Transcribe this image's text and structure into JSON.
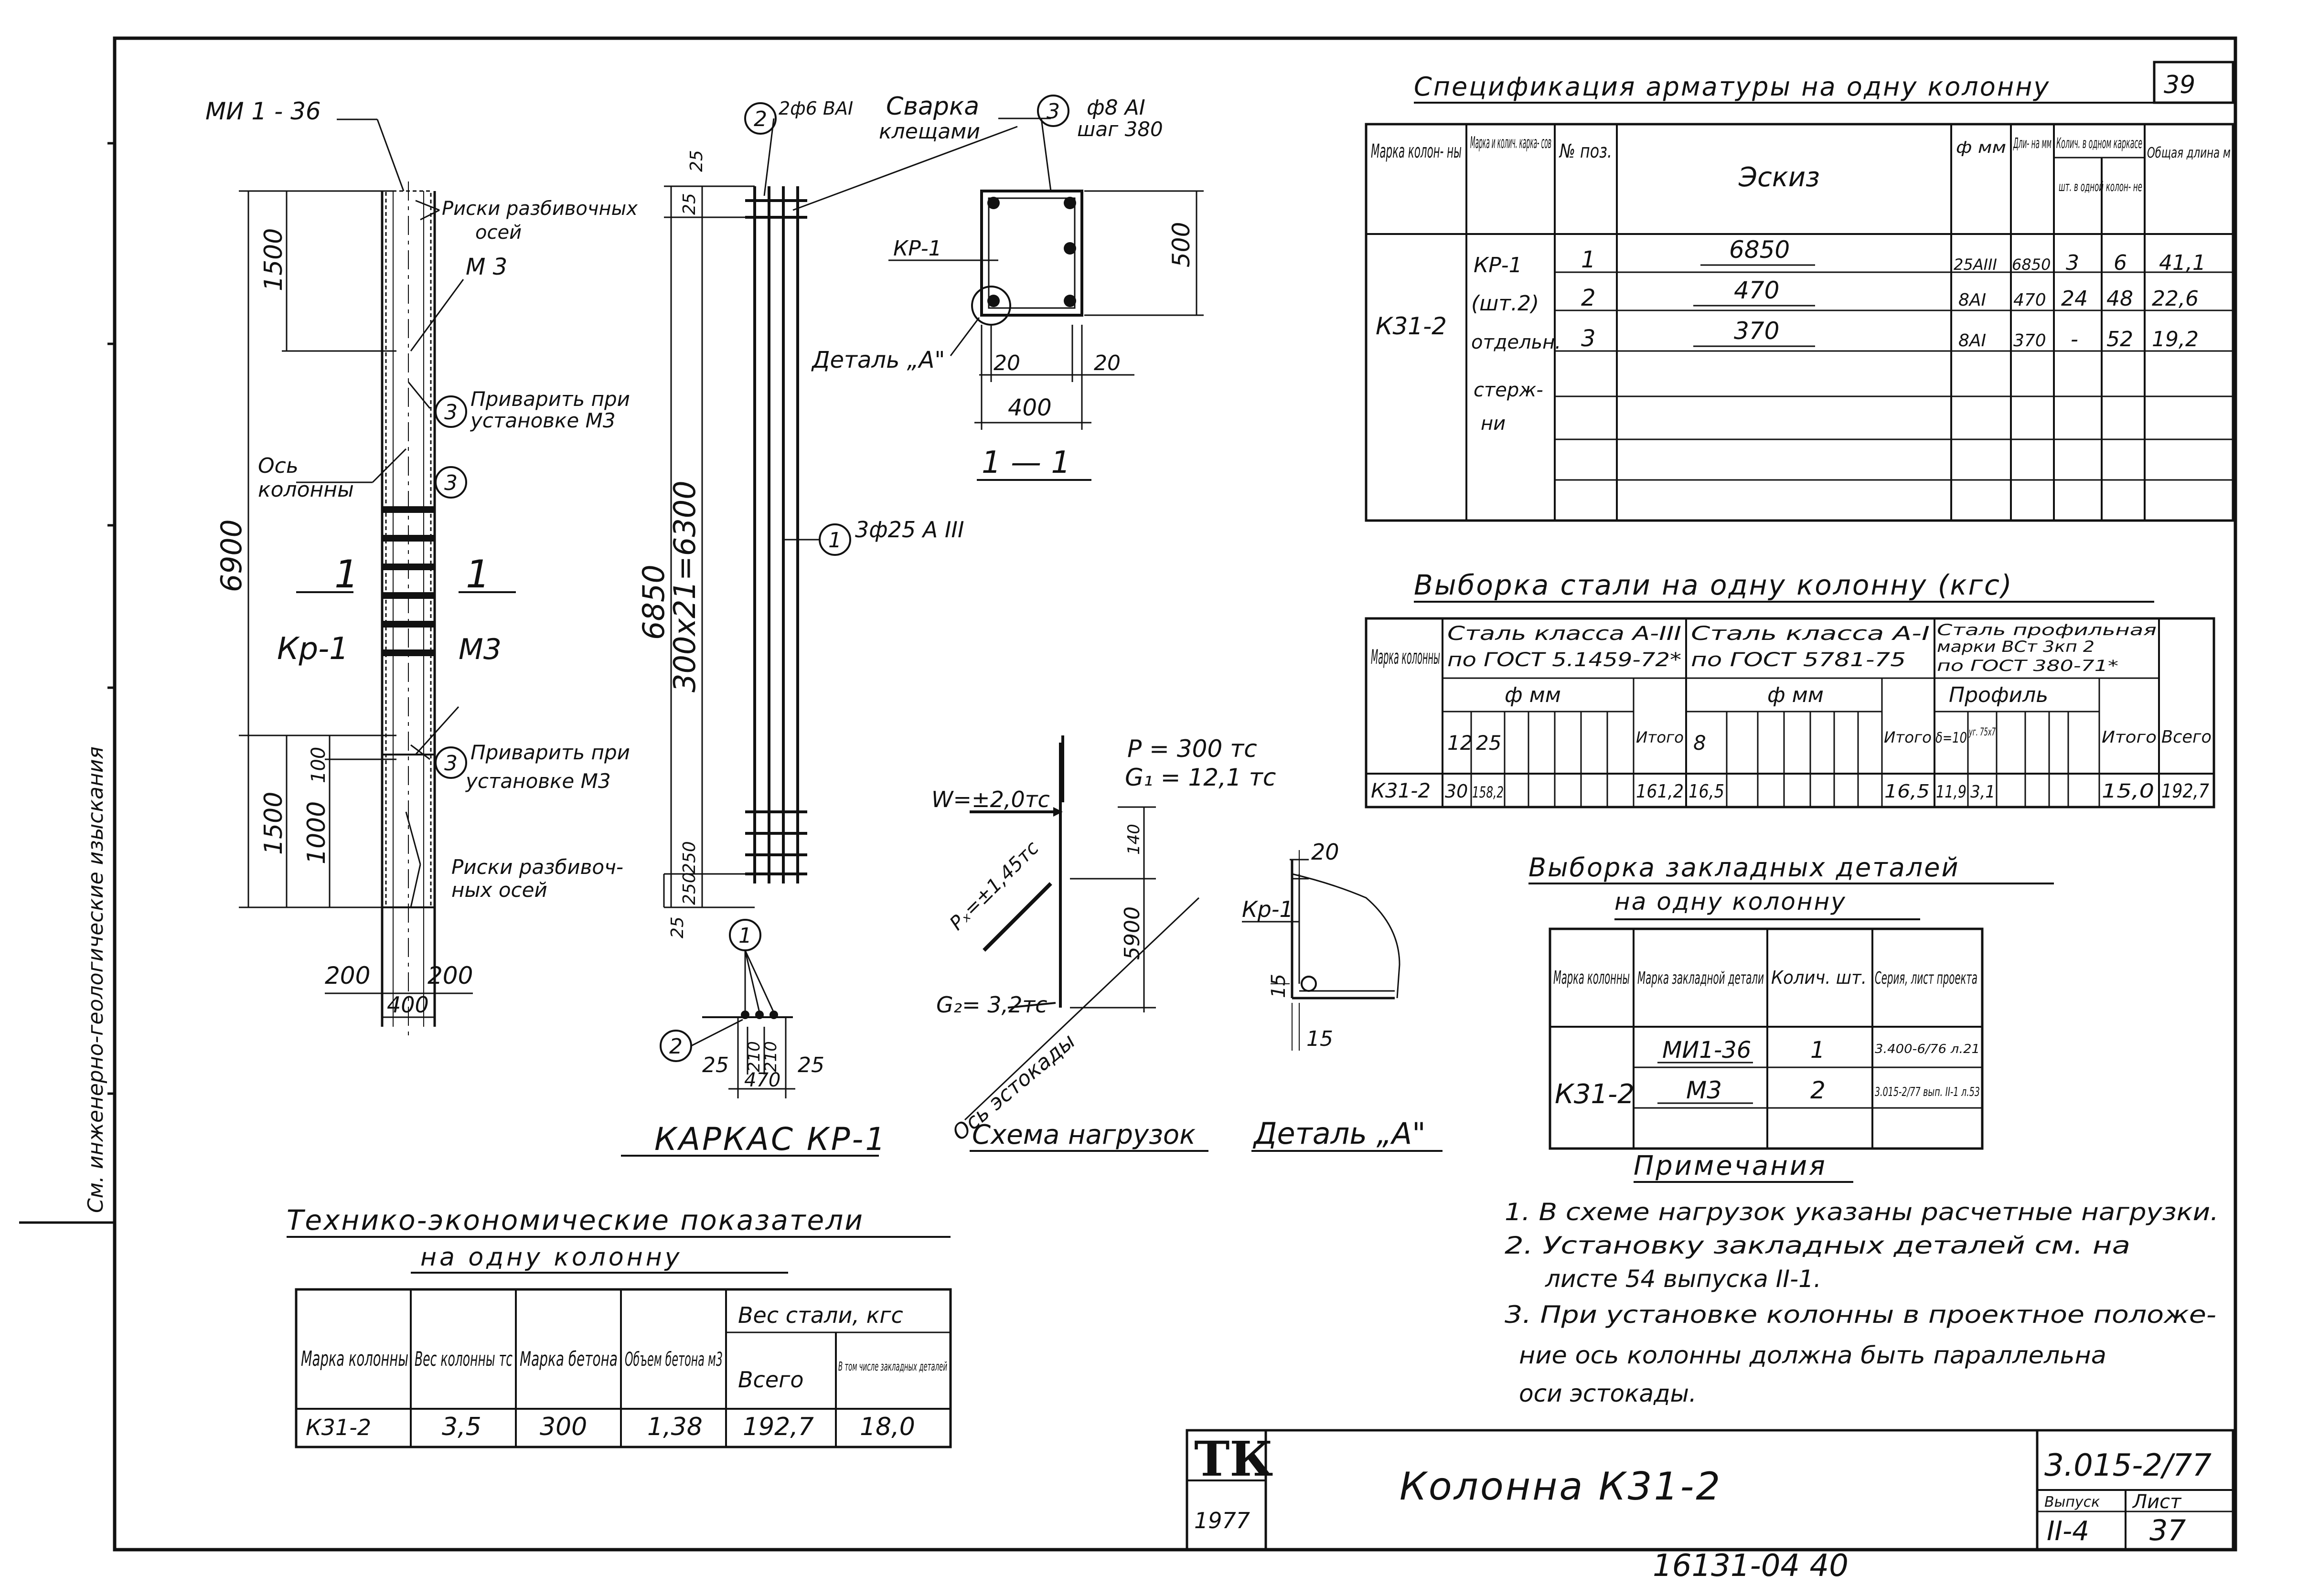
{
  "margin_note": "См. инженерно-геологические изыскания",
  "left_drawing": {
    "mark_top": "МИ 1 - 36",
    "risks_top": [
      "Риски разбивочных",
      "осей"
    ],
    "m3_top": "М 3",
    "weld_top": [
      "Приварить при",
      "установке М3"
    ],
    "axis_label": [
      "Ось",
      "колонны"
    ],
    "section_marks": [
      "1",
      "1"
    ],
    "kr_label": "Кр-1",
    "m3_bottom": "М3",
    "weld_bottom": [
      "Приварить при",
      "установке М3"
    ],
    "risks_bottom": [
      "Риски разбивоч-",
      "ных осей"
    ],
    "dims": {
      "d1500a": "1500",
      "d6900": "6900",
      "d1500b": "1500",
      "d1000": "1000",
      "d100": "100",
      "d200a": "200",
      "d200b": "200",
      "d400": "400"
    }
  },
  "frame": {
    "title": "КАРКАС КР-1",
    "pos2": "2ф6 ВАI",
    "weld_label": [
      "Сварка",
      "клещами"
    ],
    "pos1": "3ф25 А III",
    "dims": {
      "d6850": "6850",
      "d300x21": "300х21=6300",
      "d25a": "25",
      "d25b": "25",
      "d250a": "250",
      "d250b": "250",
      "d25c": "25",
      "d210a": "210",
      "d210b": "210",
      "d25d": "25",
      "d470": "470"
    }
  },
  "section": {
    "pos3": "ф8 АI",
    "pos3b": "шаг 380",
    "kr_label": "КР-1",
    "detail_label": "Деталь „А\"",
    "title": "1 — 1",
    "dims": {
      "d500": "500",
      "d20a": "20",
      "d20b": "20",
      "d400": "400"
    }
  },
  "loads": {
    "title": "Схема нагрузок",
    "P": "P = 300 тс",
    "G1": "G₁ = 12,1 тс",
    "W": "W=±2,0тс",
    "Px": "Pₓ=±1,45тс",
    "G2": "G₂= 3,2тс",
    "axis": "Ось эстокады",
    "d5900": "5900",
    "d140": "140"
  },
  "detail_a": {
    "title": "Деталь „А\"",
    "kr": "Кр-1",
    "d20": "20",
    "d15a": "15",
    "d15b": "15"
  },
  "spec": {
    "title": "Спецификация арматуры на одну колонну",
    "headers": [
      "Марка колон- ны",
      "Марка и колич. карка- сов",
      "№ поз.",
      "Эскиз",
      "ф мм",
      "Дли- на мм",
      "Колич. в одном каркасе",
      "шт. в одной колон- не",
      "Общая длина м"
    ],
    "col_mark": "К31-2",
    "kark": [
      "КР-1",
      "(шт.2)",
      "отдельн.",
      "стерж-",
      "ни"
    ],
    "rows": [
      {
        "pos": "1",
        "sketch": "6850",
        "dia": "25AIII",
        "len": "6850",
        "q1": "3",
        "q2": "6",
        "total": "41,1"
      },
      {
        "pos": "2",
        "sketch": "470",
        "dia": "8AI",
        "len": "470",
        "q1": "24",
        "q2": "48",
        "total": "22,6"
      },
      {
        "pos": "3",
        "sketch": "370",
        "dia": "8AI",
        "len": "370",
        "q1": "-",
        "q2": "52",
        "total": "19,2"
      }
    ]
  },
  "sheet_small": "39",
  "steel": {
    "title": "Выборка стали на одну колонну (кгс)",
    "h_mark": "Марка колонны",
    "h_a3": [
      "Сталь класса А-III",
      "по ГОСТ 5.1459-72*"
    ],
    "h_a1": [
      "Сталь класса А-I",
      "по ГОСТ 5781-75"
    ],
    "h_prof": [
      "Сталь профильная",
      "марки ВСт 3кп 2",
      "по ГОСТ 380-71*"
    ],
    "h_fmm1": "ф мм",
    "h_fmm2": "ф мм",
    "h_profil": "Профиль",
    "h_12": "12",
    "h_25": "25",
    "h_itogo1": "Итого",
    "h_8": "8",
    "h_itogo2": "Итого",
    "h_d10": "δ=10",
    "h_ugol": "уг. 75х7",
    "h_itogo3": "Итого",
    "h_vsego": "Всего",
    "row": {
      "mark": "К31-2",
      "v12": "30",
      "v25": "158,2",
      "it1": "161,2",
      "v8": "16,5",
      "it2": "16,5",
      "d10": "11,9",
      "ug": "3,1",
      "it3": "15,0",
      "all": "192,7"
    }
  },
  "embed": {
    "title": "Выборка закладных деталей",
    "subtitle": "на одну колонну",
    "headers": [
      "Марка колонны",
      "Марка закладной детали",
      "Колич. шт.",
      "Серия, лист проекта"
    ],
    "mark": "К31-2",
    "rows": [
      {
        "det": "МИ1-36",
        "qty": "1",
        "ser": "3.400-6/76 л.21"
      },
      {
        "det": "М3",
        "qty": "2",
        "ser": "3.015-2/77 вып. II-1 л.53"
      }
    ]
  },
  "notes": {
    "title": "Примечания",
    "items": [
      "1. В схеме нагрузок указаны расчетные нагрузки.",
      "2. Установку закладных деталей см. на",
      "листе 54 выпуска II-1.",
      "3. При установке колонны в проектное положе-",
      "ние ось колонны должна быть параллельна",
      "оси эстокады."
    ]
  },
  "tech": {
    "title": "Технико-экономические показатели",
    "subtitle": "на одну колонну",
    "headers": [
      "Марка колонны",
      "Вес колонны тс",
      "Марка бетона",
      "Объем бетона м3",
      "Вес стали, кгс",
      "Всего",
      "В том числе закладных деталей"
    ],
    "row": {
      "mark": "К31-2",
      "weight": "3,5",
      "concrete": "300",
      "volume": "1,38",
      "steel": "192,7",
      "embedded": "18,0"
    }
  },
  "stamp": {
    "logo": "ТК",
    "year": "1977",
    "title": "Колонна К31-2",
    "series": "3.015-2/77",
    "vyp_label": "Выпуск",
    "list_label": "Лист",
    "vyp": "II-4",
    "list": "37"
  },
  "bottom_code": "16131-04   40"
}
